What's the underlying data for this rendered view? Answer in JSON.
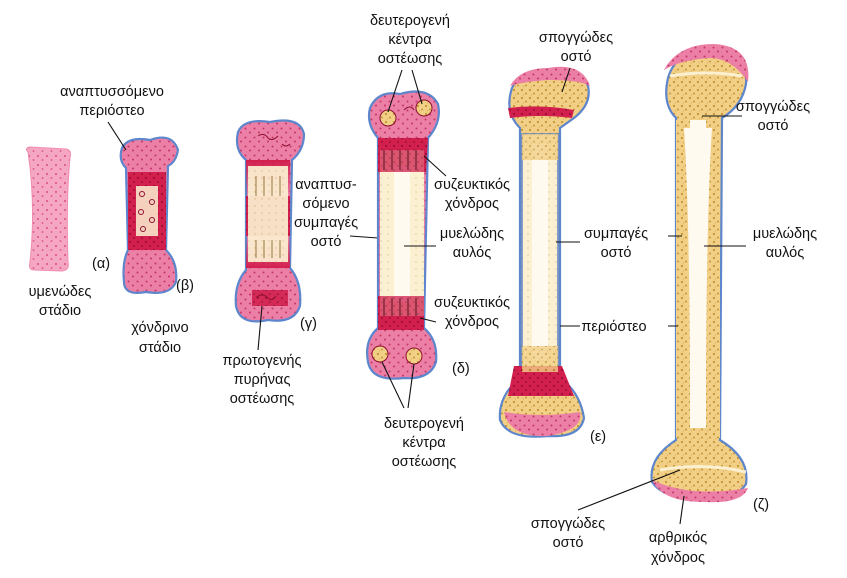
{
  "colors": {
    "membrane_pink": "#f4a6c2",
    "cartilage_pink": "#ec7fa6",
    "marrow_red": "#d21f4e",
    "spongy_bone": "#f2cf86",
    "spongy_dots": "#c4952f",
    "compact_bone": "#fbf1d2",
    "periosteum_blue": "#5d86cc",
    "cavity_white": "#fffaf0"
  },
  "stages": {
    "a": {
      "name_line1": "υμενώδες",
      "name_line2": "στάδιο",
      "letter": "(α)"
    },
    "b": {
      "periosteum_line1": "αναπτυσσόμενο",
      "periosteum_line2": "περιόστεο",
      "name_line1": "χόνδρινο",
      "name_line2": "στάδιο",
      "letter": "(β)"
    },
    "c": {
      "compact_line1": "αναπτυσ-",
      "compact_line2": "σόμενο",
      "compact_line3": "συμπαγές",
      "compact_line4": "οστό",
      "primary_line1": "πρωτογενής",
      "primary_line2": "πυρήνας",
      "primary_line3": "οστέωσης",
      "letter": "(γ)"
    },
    "d": {
      "secondary_top_line1": "δευτερογενή",
      "secondary_top_line2": "κέντρα",
      "secondary_top_line3": "οστέωσης",
      "epiphyseal_top_line1": "συζευκτικός",
      "epiphyseal_top_line2": "χόνδρος",
      "medullary_line1": "μυελώδης",
      "medullary_line2": "αυλός",
      "epiphyseal_bottom_line1": "συζευκτικός",
      "epiphyseal_bottom_line2": "χόνδρος",
      "secondary_bottom_line1": "δευτερογενή",
      "secondary_bottom_line2": "κέντρα",
      "secondary_bottom_line3": "οστέωσης",
      "letter": "(δ)"
    },
    "e": {
      "spongy_line1": "σπογγώδες",
      "spongy_line2": "οστό",
      "compact_line1": "συμπαγές",
      "compact_line2": "οστό",
      "periosteum": "περιόστεο",
      "letter": "(ε)"
    },
    "f": {
      "spongy_top_line1": "σπογγώδες",
      "spongy_top_line2": "οστό",
      "medullary_line1": "μυελώδης",
      "medullary_line2": "αυλός",
      "spongy_bottom_line1": "σπογγώδες",
      "spongy_bottom_line2": "οστό",
      "articular_line1": "αρθρικός",
      "articular_line2": "χόνδρος",
      "letter": "(ζ)"
    }
  }
}
